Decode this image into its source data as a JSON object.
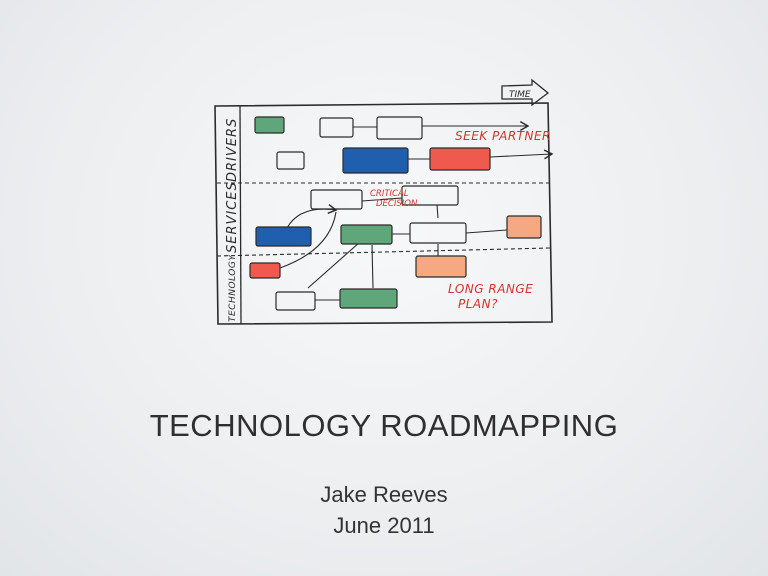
{
  "slide": {
    "title": "TECHNOLOGY ROADMAPPING",
    "author": "Jake Reeves",
    "date": "June 2011"
  },
  "diagram": {
    "time_label": "TIME",
    "lane_labels": [
      "DRIVERS",
      "SERVICES",
      "TECHNOLOGY"
    ],
    "annotations": {
      "seek_partner": "SEEK PARTNER",
      "critical_decision_line1": "CRITICAL",
      "critical_decision_line2": "DECISION",
      "long_range_line1": "LONG RANGE",
      "long_range_line2": "PLAN?"
    },
    "colors": {
      "green": "#5fa67a",
      "blue": "#1f5fae",
      "red": "#f05a4e",
      "peach": "#f4a983",
      "ink": "#2b2b2b",
      "annotation": "#d8322e"
    }
  }
}
